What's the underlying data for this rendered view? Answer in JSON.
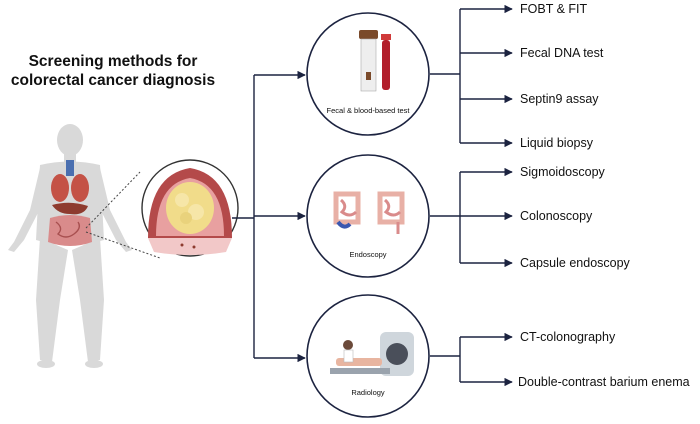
{
  "title": {
    "line1": "Screening methods for",
    "line2": "colorectal cancer diagnosis"
  },
  "groups": [
    {
      "label": "Fecal & blood-based test",
      "methods": [
        "FOBT & FIT",
        "Fecal DNA test",
        "Septin9 assay",
        "Liquid biopsy"
      ]
    },
    {
      "label": "Endoscopy",
      "methods": [
        "Sigmoidoscopy",
        "Colonoscopy",
        "Capsule endoscopy"
      ]
    },
    {
      "label": "Radiology",
      "methods": [
        "CT-colonography",
        "Double-contrast barium enema"
      ]
    }
  ],
  "colors": {
    "connector": "#1c2340",
    "skin": "#d9d9d9",
    "organ_red": "#c0392b",
    "intestine": "#d98b8b",
    "tumor": "#f1dc8a",
    "tube_cap": "#7a4a2a",
    "blood": "#b21e2b"
  }
}
